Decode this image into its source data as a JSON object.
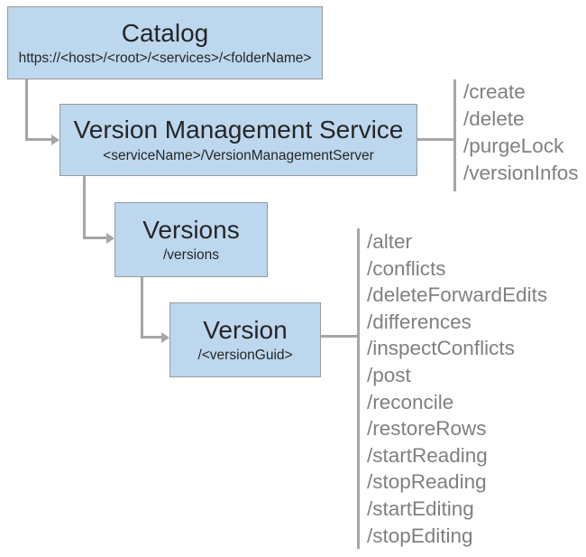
{
  "nodes": {
    "catalog": {
      "title": "Catalog",
      "path": "https://<host>/<root>/<services>/<folderName>"
    },
    "version_management_service": {
      "title": "Version Management Service",
      "path": "<serviceName>/VersionManagementServer"
    },
    "versions": {
      "title": "Versions",
      "path": "/versions"
    },
    "version": {
      "title": "Version",
      "path": "/<versionGuid>"
    }
  },
  "endpoints": {
    "version_management_service": [
      "/create",
      "/delete",
      "/purgeLock",
      "/versionInfos"
    ],
    "version": [
      "/alter",
      "/conflicts",
      "/deleteForwardEdits",
      "/differences",
      "/inspectConflicts",
      "/post",
      "/reconcile",
      "/restoreRows",
      "/startReading",
      "/stopReading",
      "/startEditing",
      "/stopEditing"
    ]
  },
  "colors": {
    "node_fill": "#bdd7ee",
    "node_border": "#9a9a9a",
    "connector": "#a6a6a6",
    "endpoint_text": "#808080",
    "node_text": "#262626"
  }
}
